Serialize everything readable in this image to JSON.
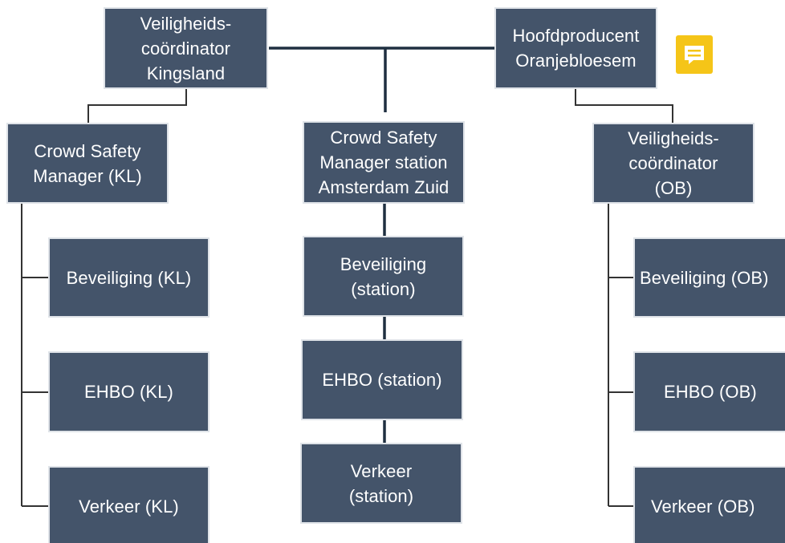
{
  "diagram": {
    "nodes": {
      "veiligheidscoordinator_kl": "Veiligheids-\ncoördinator\nKingsland",
      "hoofdproducent_ob": "Hoofdproducent\nOranjebloesem",
      "crowd_safety_kl": "Crowd Safety\nManager (KL)",
      "crowd_safety_station": "Crowd Safety\nManager station\nAmsterdam Zuid",
      "veiligheidscoordinator_ob": "Veiligheids-\ncoördinator\n(OB)",
      "beveiliging_kl": "Beveiliging (KL)",
      "ehbo_kl": "EHBO (KL)",
      "verkeer_kl": "Verkeer (KL)",
      "beveiliging_station": "Beveiliging\n(station)",
      "ehbo_station": "EHBO (station)",
      "verkeer_station": "Verkeer\n(station)",
      "beveiliging_ob": "Beveiliging (OB)",
      "ehbo_ob": "EHBO (OB)",
      "verkeer_ob": "Verkeer (OB)"
    },
    "comment_icon": "comment-icon",
    "colors": {
      "node_fill": "#44546a",
      "node_text": "#ffffff",
      "connector": "#1f2f40",
      "comment": "#f5c518"
    }
  }
}
